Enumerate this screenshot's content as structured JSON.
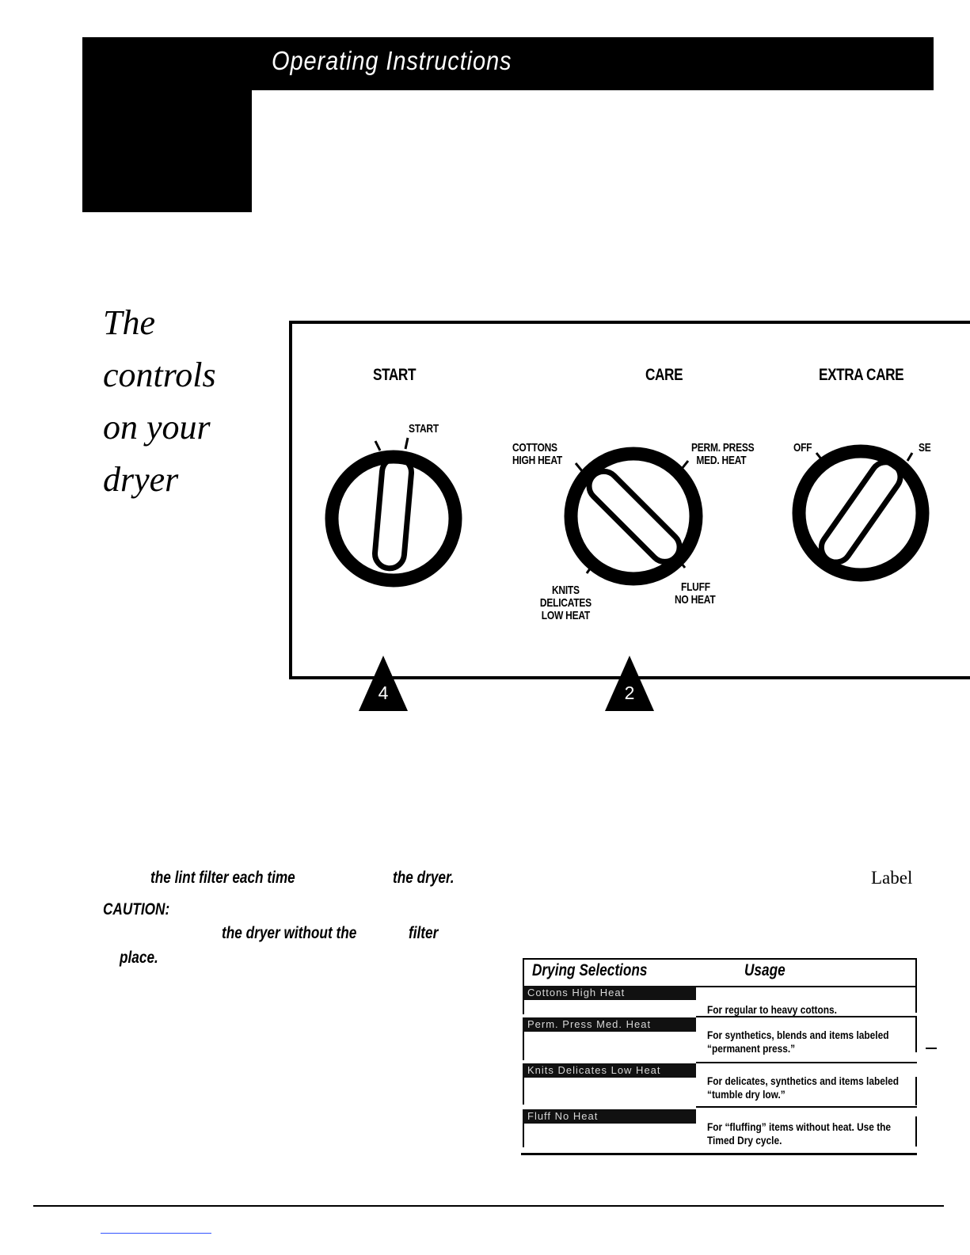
{
  "header": {
    "title": "Operating Instructions"
  },
  "side_heading": {
    "lines": [
      "The",
      "controls",
      "on your",
      "dryer"
    ]
  },
  "control_panel": {
    "start": {
      "label": "START",
      "position_label": "START"
    },
    "care": {
      "label": "CARE",
      "positions": {
        "cottons_1": "COTTONS",
        "cottons_2": "HIGH HEAT",
        "perm_1": "PERM. PRESS",
        "perm_2": "MED. HEAT",
        "knits_1": "KNITS",
        "knits_2": "DELICATES",
        "knits_3": "LOW HEAT",
        "fluff_1": "FLUFF",
        "fluff_2": "NO HEAT"
      }
    },
    "extra_care": {
      "label": "EXTRA CARE",
      "off": "OFF",
      "partial": "SE"
    },
    "markers": [
      "4",
      "2"
    ]
  },
  "body": {
    "line1_a": "the lint filter each time",
    "line1_b": "the dryer.",
    "caution": "CAUTION:",
    "line3_a": "the dryer without the",
    "line3_b": "filter",
    "line4": "place.",
    "label_word": "Label"
  },
  "table": {
    "headers": [
      "Drying Selections",
      "Usage"
    ],
    "rows": [
      {
        "selection": "Cottons High Heat",
        "usage": "For regular to heavy cottons."
      },
      {
        "selection": "Perm. Press Med. Heat",
        "usage": "For synthetics, blends and items labeled “permanent press.”"
      },
      {
        "selection": "Knits Delicates Low Heat",
        "usage": "For delicates, synthetics and items labeled “tumble dry low.”"
      },
      {
        "selection": "Fluff No Heat",
        "usage": "For “fluffing” items without heat. Use the Timed Dry cycle."
      }
    ]
  }
}
